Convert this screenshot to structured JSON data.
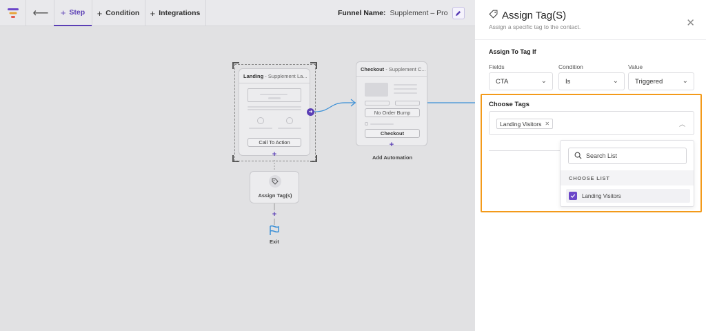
{
  "topbar": {
    "tabs": [
      {
        "label": "Step",
        "active": true
      },
      {
        "label": "Condition",
        "active": false
      },
      {
        "label": "Integrations",
        "active": false
      }
    ],
    "funnel_name_label": "Funnel Name:",
    "funnel_name_value": "Supplement – Pro"
  },
  "canvas": {
    "landing_node": {
      "title": "Landing",
      "subtitle": "- Supplement La...",
      "button": "Call To Action"
    },
    "checkout_node": {
      "title": "Checkout",
      "subtitle": "- Supplement C...",
      "order_bump": "No Order Bump",
      "button": "Checkout"
    },
    "add_automation": "Add Automation",
    "assign_tag_node": {
      "label": "Assign Tag(s)"
    },
    "exit_label": "Exit"
  },
  "panel": {
    "title": "Assign Tag(S)",
    "subtitle": "Assign a specific tag to the contact.",
    "section_title": "Assign To Tag If",
    "columns": {
      "fields": "Fields",
      "condition": "Condition",
      "value": "Value"
    },
    "values": {
      "fields": "CTA",
      "condition": "Is",
      "value": "Triggered"
    },
    "choose_tags_title": "Choose Tags",
    "selected_tags": [
      "Landing Visitors"
    ],
    "dropdown": {
      "search_placeholder": "Search List",
      "section_label": "CHOOSE LIST",
      "items": [
        {
          "label": "Landing Visitors",
          "checked": true
        }
      ]
    }
  },
  "colors": {
    "accent": "#5b3fb5",
    "highlight": "#f39a1a",
    "checkbox": "#6b46c9",
    "connector": "#3a8fd6"
  }
}
